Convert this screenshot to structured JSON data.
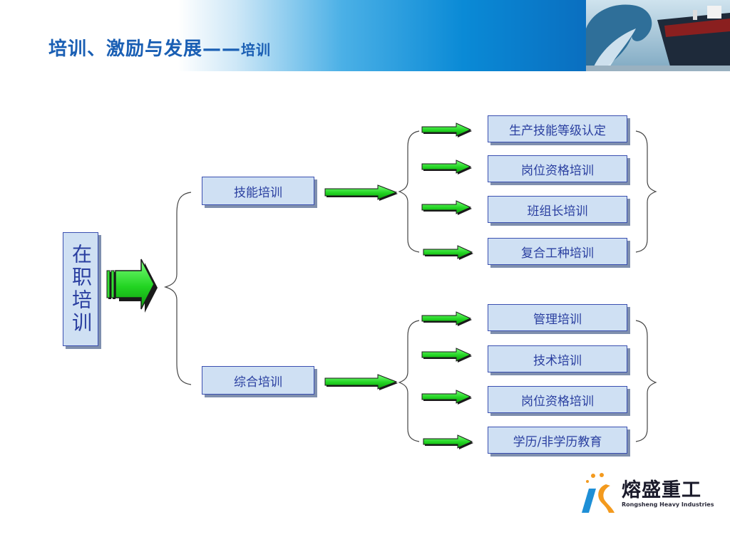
{
  "header": {
    "title": "培训、激励与发展",
    "dash": "——",
    "subtitle": "培训"
  },
  "diagram": {
    "root": "在职培训",
    "branches": [
      {
        "label": "技能培训",
        "items": [
          "生产技能等级认定",
          "岗位资格培训",
          "班组长培训",
          "复合工种培训"
        ]
      },
      {
        "label": "综合培训",
        "items": [
          "管理培训",
          "技术培训",
          "岗位资格培训",
          "学历/非学历教育"
        ]
      }
    ]
  },
  "logo": {
    "name_cn": "熔盛重工",
    "name_en": "Rongsheng Heavy Industries"
  },
  "colors": {
    "box_fill": "#cfe0f3",
    "box_border": "#3a4fb0",
    "text": "#2a3fa0",
    "arrow": "#33dd33",
    "title": "#1a5fb4"
  }
}
